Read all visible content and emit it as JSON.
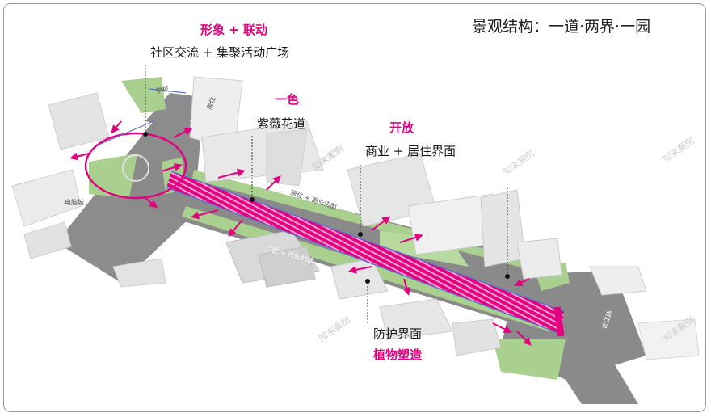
{
  "title": "景观结构：一道·两界·一园",
  "callouts": {
    "interaction": {
      "heading": "形象 + 联动",
      "text": "社区交流 + 集聚活动广场"
    },
    "color": {
      "heading": "一色",
      "text": "紫薇花道"
    },
    "open": {
      "heading": "开放",
      "text": "商业 + 居住界面"
    },
    "protect": {
      "text": "防护界面",
      "heading": "植物塑造"
    }
  },
  "map_labels": {
    "school": "学校",
    "residence": "居住",
    "residence_commerce": "居住 + 商业店面",
    "neighborhood": "电脑城",
    "factory": "厂区 + 汽车4S店",
    "road": "长江路"
  },
  "watermarks": [
    "知末案例",
    "知末案例",
    "知末案例",
    "知末案例",
    "知末案例"
  ],
  "colors": {
    "magenta": "#e5007f",
    "road": "#8a8a8a",
    "green": "#a9d08e",
    "building": "#e9e9e9"
  }
}
